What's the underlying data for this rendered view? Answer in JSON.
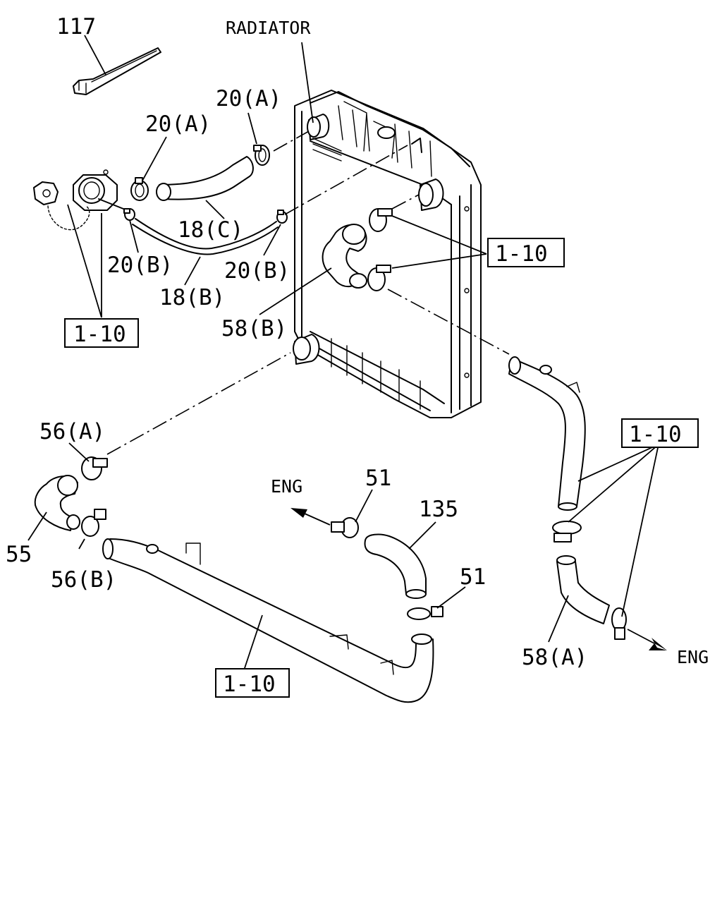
{
  "title": "RADIATOR",
  "direction_label": "ENG",
  "callouts": {
    "tie": "117",
    "clamp_a_top": "20(A)",
    "clamp_a_left": "20(A)",
    "hose_c": "18(C)",
    "clamp_b_left": "20(B)",
    "clamp_b_right": "20(B)",
    "hose_b": "18(B)",
    "hose_58b": "58(B)",
    "clamp_56a": "56(A)",
    "clamp_56b": "56(B)",
    "hose_55": "55",
    "clamp_51_top": "51",
    "clamp_51_bottom": "51",
    "hose_135": "135",
    "hose_58a": "58(A)"
  },
  "refs": {
    "left": "1-10",
    "right_mid": "1-10",
    "right_lower": "1-10",
    "bottom": "1-10"
  }
}
